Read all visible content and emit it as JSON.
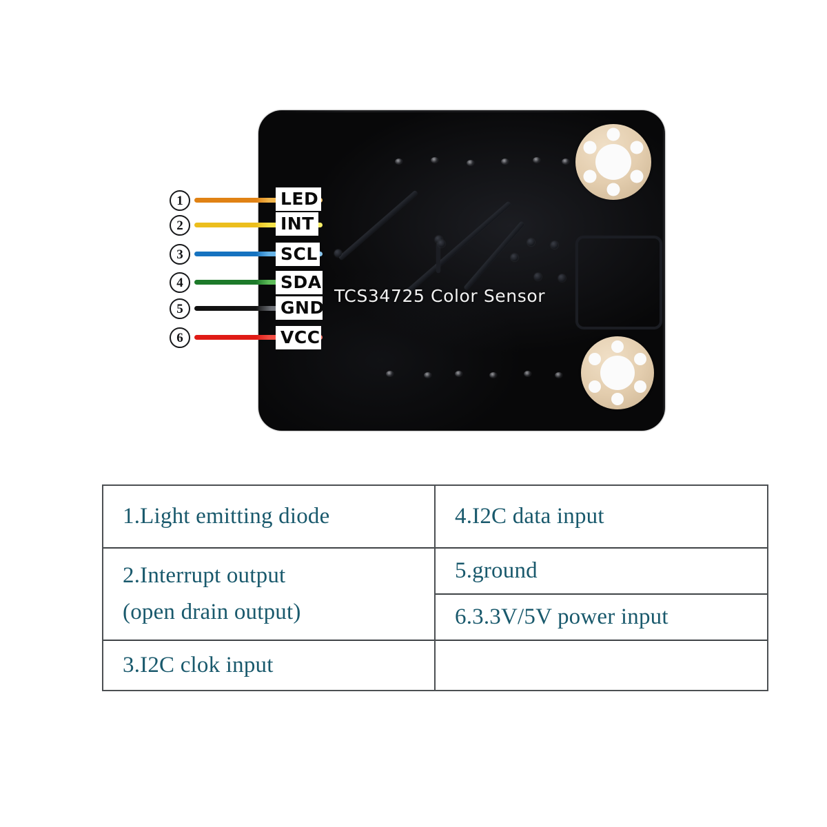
{
  "board": {
    "title": "TCS34725 Color Sensor",
    "body_color": "#080809",
    "pad_color": "#e3cdae"
  },
  "pins": [
    {
      "number": "1",
      "label": "LED",
      "wire_color": "#e08214",
      "wire_color_over_board": "#f0b44a"
    },
    {
      "number": "2",
      "label": "INT",
      "wire_color": "#ecbe1d",
      "wire_color_over_board": "#f7ea55"
    },
    {
      "number": "3",
      "label": "SCL",
      "wire_color": "#1673c0",
      "wire_color_over_board": "#6cb5e6"
    },
    {
      "number": "4",
      "label": "SDA",
      "wire_color": "#1d7a2a",
      "wire_color_over_board": "#63c05f"
    },
    {
      "number": "5",
      "label": "GND",
      "wire_color": "#101010",
      "wire_color_over_board": "#7e8187"
    },
    {
      "number": "6",
      "label": "VCC",
      "wire_color": "#e01b16",
      "wire_color_over_board": "#f4564b"
    }
  ],
  "legend": {
    "text_color": "#19596c",
    "left_column": [
      {
        "line1": "1.Light emitting diode",
        "line2": ""
      },
      {
        "line1": "2.Interrupt output",
        "line2": "(open drain output)"
      },
      {
        "line1": "3.I2C clok input",
        "line2": ""
      }
    ],
    "right_column": [
      {
        "line1": "4.I2C data input"
      },
      {
        "line1": "5.ground"
      },
      {
        "line1": "6.3.3V/5V power input"
      },
      {
        "line1": ""
      }
    ]
  }
}
